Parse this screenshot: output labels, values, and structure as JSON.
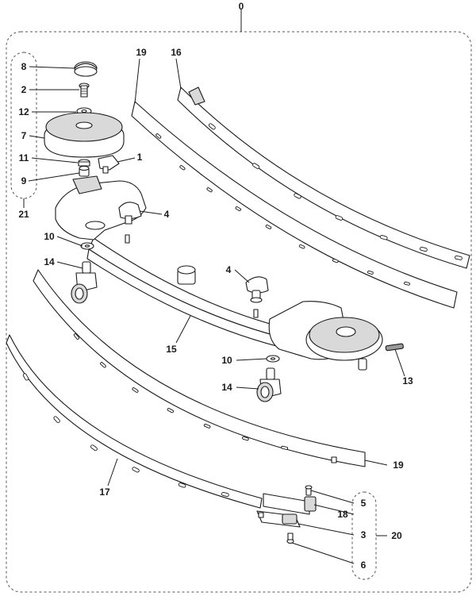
{
  "diagram": {
    "callouts": [
      {
        "id": "c0",
        "label": "0"
      },
      {
        "id": "c8",
        "label": "8"
      },
      {
        "id": "c2",
        "label": "2"
      },
      {
        "id": "c12",
        "label": "12"
      },
      {
        "id": "c7",
        "label": "7"
      },
      {
        "id": "c11",
        "label": "11"
      },
      {
        "id": "c1",
        "label": "1"
      },
      {
        "id": "c9",
        "label": "9"
      },
      {
        "id": "c21",
        "label": "21"
      },
      {
        "id": "c19a",
        "label": "19"
      },
      {
        "id": "c16",
        "label": "16"
      },
      {
        "id": "c4a",
        "label": "4"
      },
      {
        "id": "c10a",
        "label": "10"
      },
      {
        "id": "c14a",
        "label": "14"
      },
      {
        "id": "c4b",
        "label": "4"
      },
      {
        "id": "c15",
        "label": "15"
      },
      {
        "id": "c10b",
        "label": "10"
      },
      {
        "id": "c13",
        "label": "13"
      },
      {
        "id": "c14b",
        "label": "14"
      },
      {
        "id": "c19b",
        "label": "19"
      },
      {
        "id": "c17",
        "label": "17"
      },
      {
        "id": "c5",
        "label": "5"
      },
      {
        "id": "c18",
        "label": "18"
      },
      {
        "id": "c3",
        "label": "3"
      },
      {
        "id": "c20",
        "label": "20"
      },
      {
        "id": "c6",
        "label": "6"
      }
    ]
  }
}
